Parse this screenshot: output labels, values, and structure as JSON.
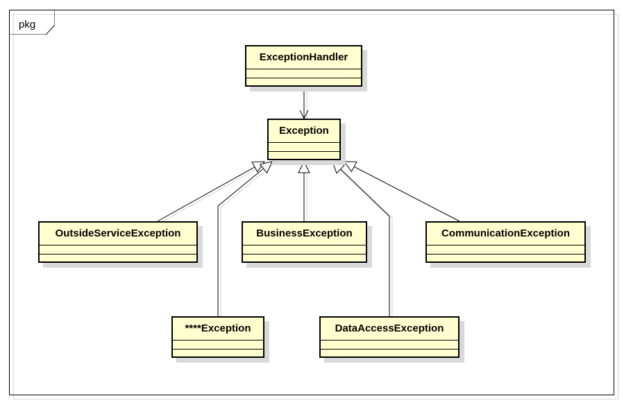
{
  "frame": {
    "label": "pkg"
  },
  "classes": [
    {
      "id": "exception-handler",
      "name": "ExceptionHandler"
    },
    {
      "id": "exception",
      "name": "Exception"
    },
    {
      "id": "outside-service-exception",
      "name": "OutsideServiceException"
    },
    {
      "id": "business-exception",
      "name": "BusinessException"
    },
    {
      "id": "communication-exception",
      "name": "CommunicationException"
    },
    {
      "id": "masked-exception",
      "name": "****Exception"
    },
    {
      "id": "data-access-exception",
      "name": "DataAccessException"
    }
  ],
  "relations": [
    {
      "type": "dependency",
      "from": "exception-handler",
      "to": "exception"
    },
    {
      "type": "generalization",
      "from": "outside-service-exception",
      "to": "exception"
    },
    {
      "type": "generalization",
      "from": "masked-exception",
      "to": "exception"
    },
    {
      "type": "generalization",
      "from": "business-exception",
      "to": "exception"
    },
    {
      "type": "generalization",
      "from": "data-access-exception",
      "to": "exception"
    },
    {
      "type": "generalization",
      "from": "communication-exception",
      "to": "exception"
    }
  ],
  "colors": {
    "class_fill": "#ffffcf",
    "shadow": "#d9d9d9",
    "line": "#000000"
  }
}
